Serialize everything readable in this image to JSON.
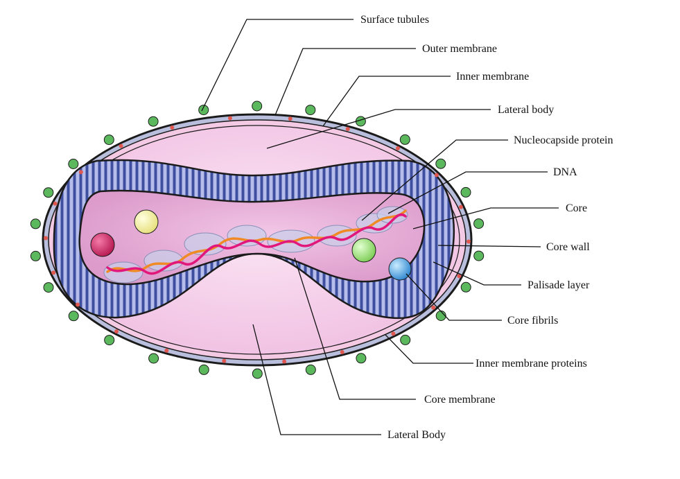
{
  "labels": {
    "surface_tubules": "Surface tubules",
    "outer_membrane": "Outer membrane",
    "inner_membrane": "Inner membrane",
    "lateral_body_top": "Lateral body",
    "nucleocapside_protein": "Nucleocapside protein",
    "dna": "DNA",
    "core": "Core",
    "core_wall": "Core wall",
    "palisade_layer": "Palisade layer",
    "core_fibrils": "Core fibrils",
    "inner_membrane_proteins": "Inner membrane proteins",
    "core_membrane": "Core membrane",
    "lateral_body_bottom": "Lateral Body"
  },
  "colors": {
    "surface_tubule": "#5cb85c",
    "outer_membrane": "#b8bedc",
    "inner_membrane": "#f4c9e4",
    "lateral_body": "#f3c6e6",
    "palisade_dark": "#3e4fa0",
    "palisade_light": "#b6bdea",
    "core": "#e6a7d3",
    "dna_strand_a": "#e2177c",
    "dna_strand_b": "#f08a24",
    "nucleocapsid": "#c9cde8",
    "membrane_protein": "#e0574f",
    "fibril_red": "#c41e5a",
    "fibril_yellow": "#f5f0a0",
    "fibril_green": "#9fe07a",
    "fibril_blue": "#4fa3e0"
  }
}
